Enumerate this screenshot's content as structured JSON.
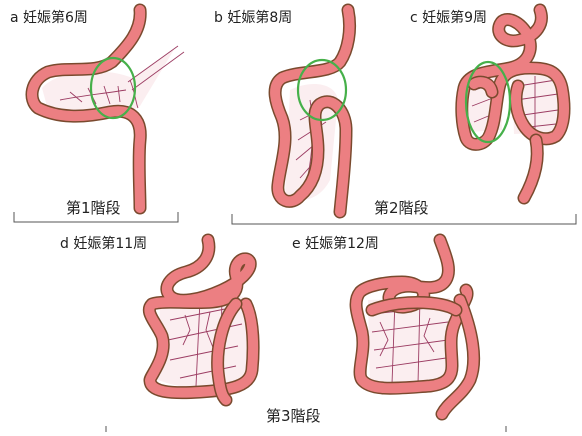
{
  "panels": {
    "a": {
      "label": "a 妊娠第6周"
    },
    "b": {
      "label": "b 妊娠第8周"
    },
    "c": {
      "label": "c 妊娠第9周"
    },
    "d": {
      "label": "d 妊娠第11周"
    },
    "e": {
      "label": "e 妊娠第12周"
    }
  },
  "stages": {
    "stage1": "第1階段",
    "stage2": "第2階段",
    "stage3": "第3階段"
  },
  "colors": {
    "gut_fill": "#ec7f82",
    "gut_stroke": "#7a4a2e",
    "mesentery_fill": "#fbeef0",
    "vessel": "#9c3d63",
    "highlight": "#46b04a",
    "bracket": "#555555"
  }
}
